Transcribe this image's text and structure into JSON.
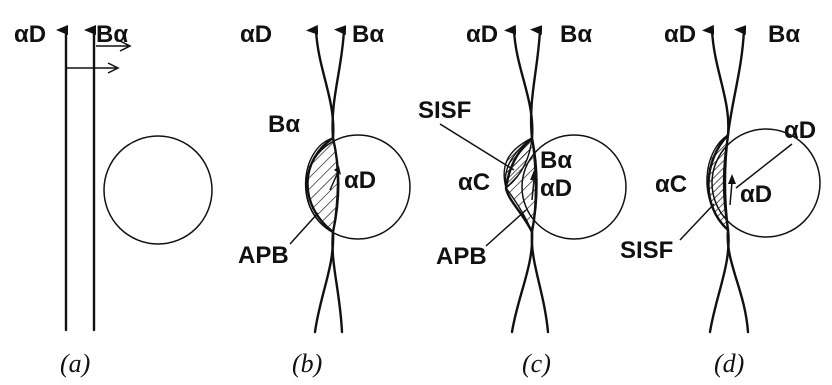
{
  "panels": {
    "a": {
      "caption": "(a)",
      "label_left": "αD",
      "label_right": "Bα"
    },
    "b": {
      "caption": "(b)",
      "label_left": "αD",
      "label_right": "Bα",
      "inner_upper": "Bα",
      "inner_lower": "αD",
      "callout": "APB"
    },
    "c": {
      "caption": "(c)",
      "label_left": "αD",
      "label_right": "Bα",
      "callout_top": "SISF",
      "inner_left": "αC",
      "inner_upper": "Bα",
      "inner_lower": "αD",
      "callout_bottom": "APB"
    },
    "d": {
      "caption": "(d)",
      "label_left": "αD",
      "label_right": "Bα",
      "inner_right": "αD",
      "inner_left": "αC",
      "inner_lower": "αD",
      "callout": "SISF"
    }
  }
}
